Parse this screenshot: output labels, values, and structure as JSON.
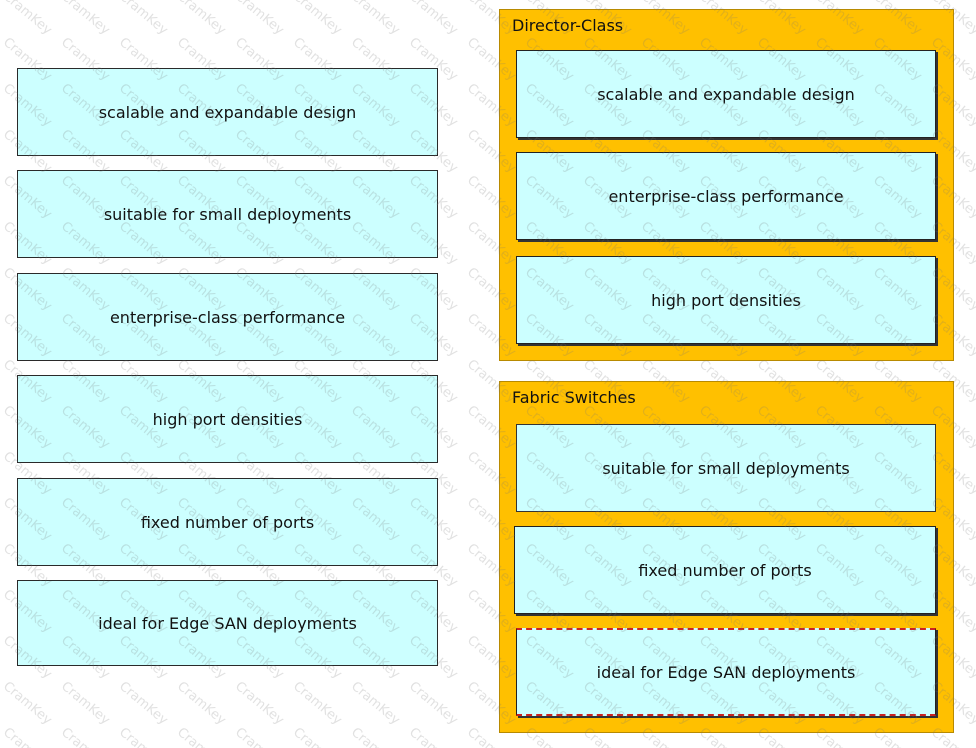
{
  "source_items": [
    "scalable and expandable design",
    "suitable for small deployments",
    "enterprise-class performance",
    "high port densities",
    "fixed number of ports",
    "ideal for Edge SAN deployments"
  ],
  "zones": [
    {
      "title": "Director-Class",
      "items": [
        "scalable and expandable design",
        "enterprise-class performance",
        "high port densities"
      ]
    },
    {
      "title": "Fabric Switches",
      "items": [
        "suitable for small deployments",
        "fixed number of ports",
        "ideal for Edge SAN deployments"
      ]
    }
  ],
  "watermark_text": "CramKey",
  "colors": {
    "card_fill": "#ccffff",
    "zone_fill": "#ffc000",
    "source_border": "#3f9a3f",
    "drop_highlight": "#cc2222"
  }
}
